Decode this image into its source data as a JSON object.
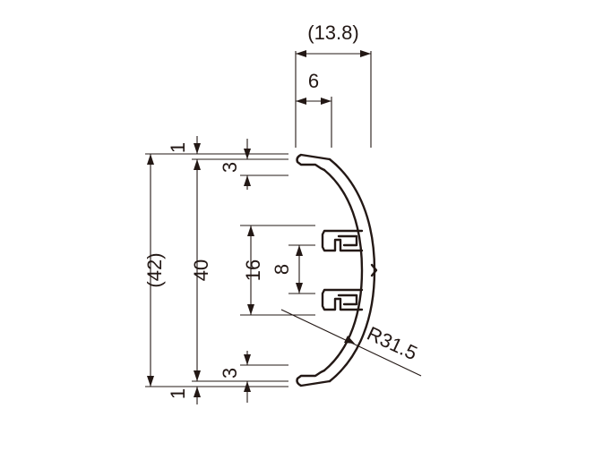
{
  "drawing": {
    "dimensions": {
      "overall_depth": "(13.8)",
      "flange_depth": "6",
      "overall_height": "(42)",
      "inner_height": "40",
      "top_lip_gap": "1",
      "bottom_lip_gap": "1",
      "top_lip_height": "3",
      "bottom_lip_height": "3",
      "slot_outer": "16",
      "slot_inner": "8",
      "radius": "R31.5"
    },
    "colors": {
      "ink": "#231815",
      "background": "#ffffff"
    }
  }
}
